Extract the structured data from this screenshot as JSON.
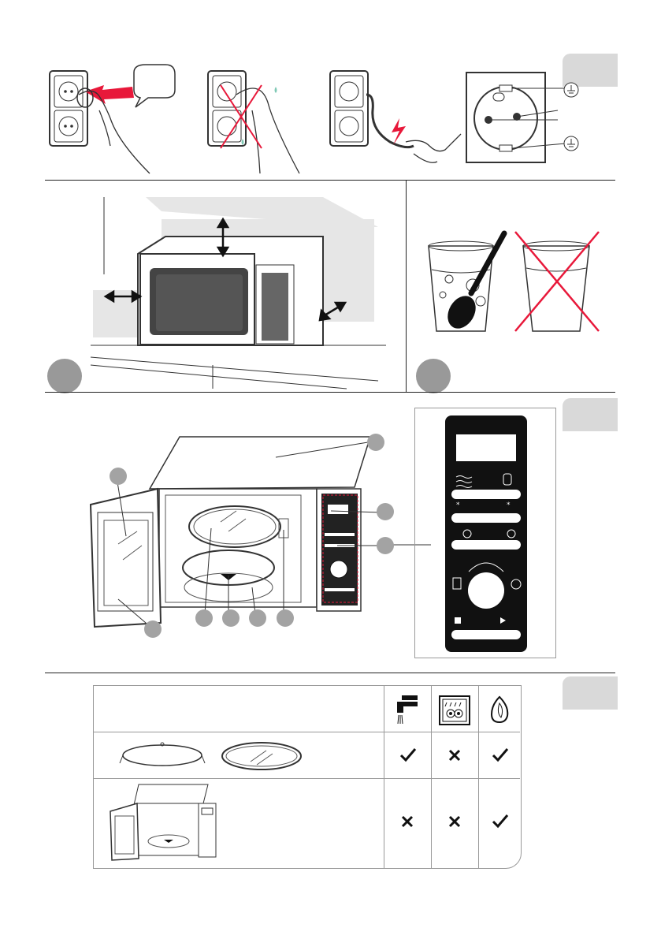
{
  "colors": {
    "warning_red": "#e8183a",
    "marker_grey": "#a3a3a3",
    "tab_grey": "#d9d9d9",
    "panel_black": "#111111"
  },
  "sections": {
    "section1": {
      "tab_label": ""
    },
    "section2": {
      "left_marker": "",
      "right_marker": ""
    },
    "section3": {
      "tab_label": ""
    },
    "section4": {
      "tab_label": ""
    }
  },
  "care_table": {
    "header_icons": [
      "tap-water-icon",
      "dishwasher-icon",
      "soft-cloth-icon"
    ],
    "rows": [
      {
        "item": "turntable-ring-and-glass-plate",
        "marks": [
          "check",
          "cross",
          "check"
        ]
      },
      {
        "item": "microwave-interior",
        "marks": [
          "cross",
          "cross",
          "check"
        ]
      }
    ]
  },
  "icons": [
    "plug-icon",
    "socket-icon",
    "earth-ground-icon",
    "spoon-icon",
    "glass-icon",
    "microwave-icon",
    "control-panel-icon",
    "dial-icon"
  ]
}
